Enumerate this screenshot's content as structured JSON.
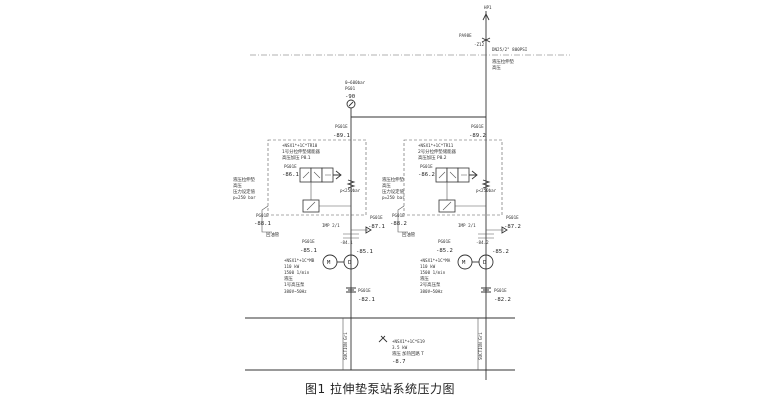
{
  "caption": "图1 拉伸垫泵站系统压力图",
  "top": {
    "node": "HP1",
    "valve_tag": "PA98E",
    "valve_id": "-Z12",
    "pipe_spec": "DN25/2\" 800PSI",
    "note_line1": "液压拉伸垫",
    "note_line2": "高压"
  },
  "gauge": {
    "range": "0~600bar",
    "tag": "PG01",
    "id": "-90"
  },
  "stations": [
    {
      "check_tag": "PG01E",
      "check_id": "-89.1",
      "acc_spec": "+NSX1*+1C*TR10",
      "acc_name": "1号分拉伸垫储能器",
      "acc_note": "高压加压 P8.1",
      "valve_tag": "PG01E",
      "valve_id": "-86.1",
      "pressure": "p<250bar",
      "side_line1": "液压拉伸垫",
      "side_line2": "高压",
      "side_line3": "压力设定值",
      "side_line4": "p=250 bar",
      "right_tag": "PG01E",
      "right_id": "-87.1",
      "left_tag": "PG01E",
      "left_id": "-88.1",
      "return_label": "回油管",
      "branch_code": "IMP 2/1",
      "pump_tag": "PG01E",
      "pump_id": "-85.1",
      "pump_spec": "+NSX1*+1C*MB",
      "pump_power": "110 kW",
      "pump_speed": "1500 1/min",
      "pump_medium": "液压",
      "pump_name": "1号高压泵",
      "pump_freq": "380V~50Hz",
      "motor_symbol": "M",
      "drive_symbol": "D",
      "sub_id_a": "-84.1",
      "sub_id_b": "-85.1",
      "filter_tag": "PG01E",
      "filter_id": "-82.1"
    },
    {
      "check_tag": "PG01E",
      "check_id": "-89.2",
      "acc_spec": "+NSX1*+1C*TR11",
      "acc_name": "2号分拉伸垫储能器",
      "acc_note": "高压加压 P8.2",
      "valve_tag": "PG01E",
      "valve_id": "-86.2",
      "pressure": "p<250bar",
      "side_line1": "液压拉伸垫",
      "side_line2": "高压",
      "side_line3": "压力设定值",
      "side_line4": "p=250 bar",
      "right_tag": "PG01E",
      "right_id": "-87.2",
      "left_tag": "PG01E",
      "left_id": "-88.2",
      "return_label": "回油管",
      "branch_code": "IMP 2/1",
      "pump_tag": "PG01E",
      "pump_id": "-85.2",
      "pump_spec": "+NSX1*+1C*MA",
      "pump_power": "110 kW",
      "pump_speed": "1500 1/min",
      "pump_medium": "液压",
      "pump_name": "2号高压泵",
      "pump_freq": "380V~50Hz",
      "motor_symbol": "M",
      "drive_symbol": "D",
      "sub_id_a": "-84.2",
      "sub_id_b": "-85.2",
      "filter_tag": "PG01E",
      "filter_id": "-82.2"
    }
  ],
  "bottom_unit": {
    "spec": "+NSX1*+1C*E19",
    "power": "3.5 kW",
    "medium": "液压 加热回路 T",
    "id": "-8.7"
  },
  "pipe_labels": {
    "left_pipe": "SUCTION Gri",
    "right_pipe": "SUCTION Gri"
  }
}
